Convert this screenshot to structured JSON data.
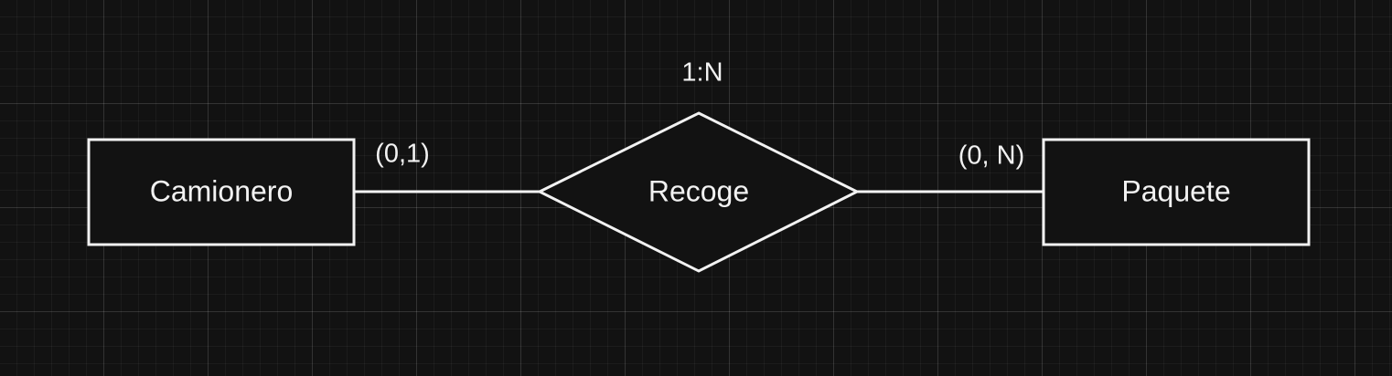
{
  "diagram": {
    "entities": [
      {
        "name": "Camionero"
      },
      {
        "name": "Paquete"
      }
    ],
    "relationship": {
      "name": "Recoge",
      "cardinality": "1:N"
    },
    "participation": {
      "left": "(0,1)",
      "right": "(0, N)"
    }
  }
}
